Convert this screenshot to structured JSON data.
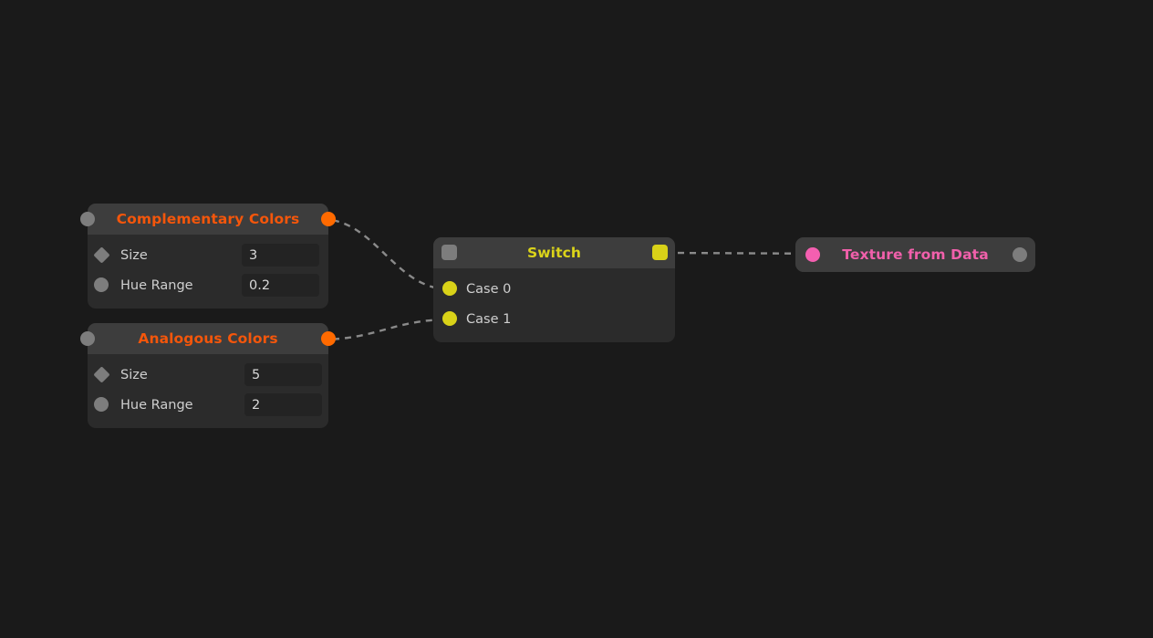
{
  "canvas": {
    "background": "#1a1a1a",
    "edge_color": "#8a8a8a"
  },
  "palette": {
    "node_body": "#2b2b2b",
    "node_header": "#3d3d3d",
    "value_box": "#232323",
    "orange": "#f4560b",
    "yellow": "#dbd41a",
    "pink": "#f160ab",
    "socket_gray": "#7d7d7d",
    "socket_orange": "#ff6a00",
    "socket_yellow": "#d9d218",
    "socket_pink": "#f45fb0",
    "label_text": "#cfcfcf"
  },
  "nodes": {
    "complementary_colors": {
      "title": "Complementary Colors",
      "input_socket": "circle-socket-gray",
      "output_socket": "circle-socket-orange",
      "properties": [
        {
          "label": "Size",
          "value": "3",
          "socket": "diamond-socket-gray"
        },
        {
          "label": "Hue Range",
          "value": "0.2",
          "socket": "circle-socket-gray"
        }
      ]
    },
    "analogous_colors": {
      "title": "Analogous Colors",
      "input_socket": "circle-socket-gray",
      "output_socket": "circle-socket-orange",
      "properties": [
        {
          "label": "Size",
          "value": "5",
          "socket": "diamond-socket-gray"
        },
        {
          "label": "Hue Range",
          "value": "2",
          "socket": "circle-socket-gray"
        }
      ]
    },
    "switch": {
      "title": "Switch",
      "input_socket": "square-socket-gray",
      "output_socket": "square-socket-yellow",
      "cases": [
        {
          "label": "Case 0",
          "socket": "circle-socket-yellow"
        },
        {
          "label": "Case 1",
          "socket": "circle-socket-yellow"
        }
      ]
    },
    "texture_from_data": {
      "title": "Texture from Data",
      "input_socket": "circle-socket-pink",
      "output_socket": "circle-socket-gray"
    }
  },
  "edges": [
    {
      "from": "complementary-colors-output",
      "to": "switch-case-0-input",
      "style": "dashed-curve"
    },
    {
      "from": "analogous-colors-output",
      "to": "switch-case-1-input",
      "style": "dashed-curve"
    },
    {
      "from": "switch-output",
      "to": "texture-from-data-input",
      "style": "dashed-straight"
    }
  ]
}
